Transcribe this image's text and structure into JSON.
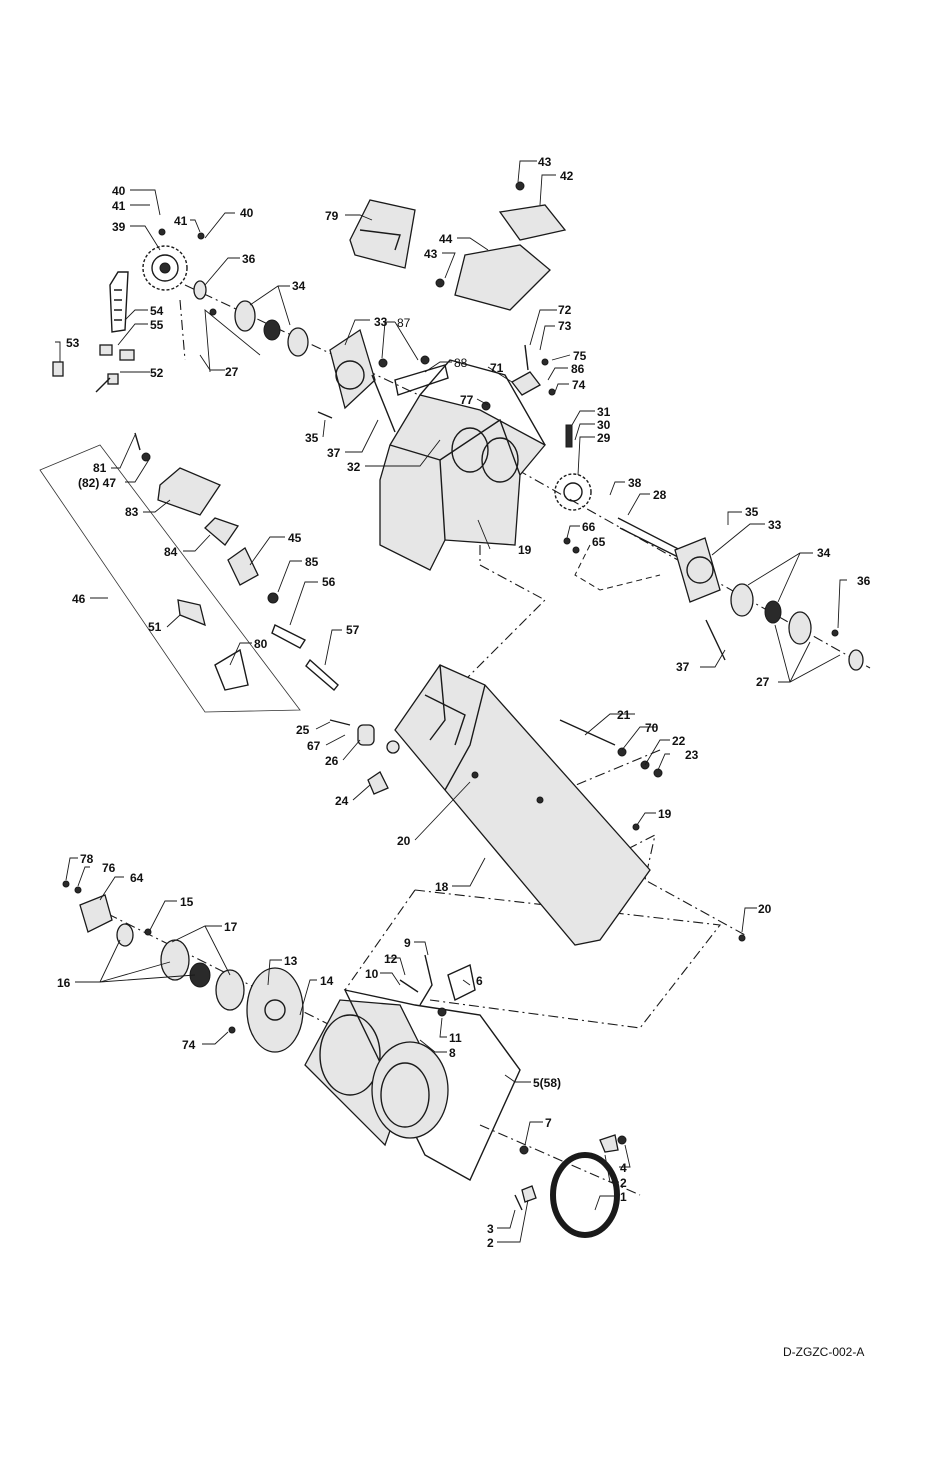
{
  "drawing_code": "D-ZGZC-002-A",
  "callouts": {
    "c40a": "40",
    "c41a": "41",
    "c39": "39",
    "c41b": "41",
    "c40b": "40",
    "c36a": "36",
    "c34a": "34",
    "c54": "54",
    "c55": "55",
    "c53": "53",
    "c52": "52",
    "c27a": "27",
    "c33a": "33",
    "c87": "87",
    "c88": "88",
    "c35a": "35",
    "c37a": "37",
    "c32": "32",
    "c79": "79",
    "c43a": "43",
    "c42": "42",
    "c44": "44",
    "c43b": "43",
    "c72": "72",
    "c73": "73",
    "c75": "75",
    "c71": "71",
    "c86": "86",
    "c74a": "74",
    "c77": "77",
    "c31": "31",
    "c30": "30",
    "c29": "29",
    "c38": "38",
    "c28": "28",
    "c66": "66",
    "c65": "65",
    "c19a": "19",
    "c35b": "35",
    "c33b": "33",
    "c34b": "34",
    "c36b": "36",
    "c37b": "37",
    "c27b": "27",
    "c81": "81",
    "c47": "(82) 47",
    "c83": "83",
    "c84": "84",
    "c45": "45",
    "c85": "85",
    "c46": "46",
    "c56": "56",
    "c51": "51",
    "c57": "57",
    "c80": "80",
    "c25": "25",
    "c67": "67",
    "c26": "26",
    "c24": "24",
    "c20a": "20",
    "c21": "21",
    "c70": "70",
    "c22": "22",
    "c23": "23",
    "c19b": "19",
    "c18": "18",
    "c20b": "20",
    "c78": "78",
    "c76": "76",
    "c64": "64",
    "c15": "15",
    "c17": "17",
    "c16": "16",
    "c13": "13",
    "c14": "14",
    "c9": "9",
    "c12": "12",
    "c10": "10",
    "c6": "6",
    "c11": "11",
    "c74b": "74",
    "c8": "8",
    "c58": "5(58)",
    "c7": "7",
    "c4": "4",
    "c2a": "2",
    "c1": "1",
    "c3": "3",
    "c2b": "2"
  }
}
